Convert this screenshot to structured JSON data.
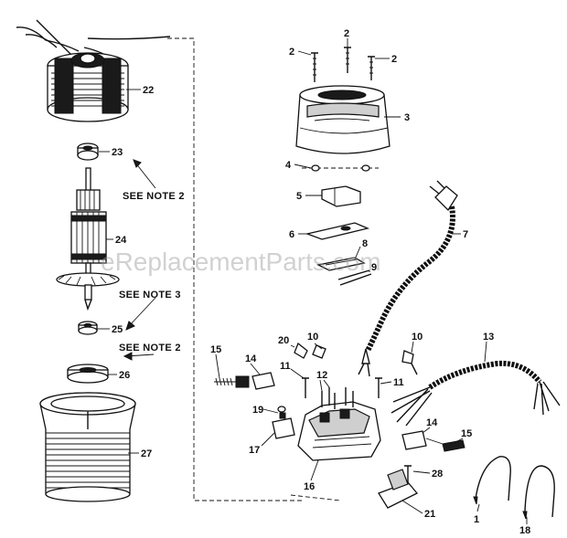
{
  "watermark": "eReplacementParts.com",
  "notes": {
    "note2_top": "SEE NOTE 2",
    "note3": "SEE NOTE 3",
    "note2_bottom": "SEE NOTE 2"
  },
  "callouts": {
    "c1": "1",
    "c2a": "2",
    "c2b": "2",
    "c2c": "2",
    "c3": "3",
    "c4": "4",
    "c5": "5",
    "c6": "6",
    "c7": "7",
    "c8": "8",
    "c9": "9",
    "c10a": "10",
    "c10b": "10",
    "c11a": "11",
    "c11b": "11",
    "c12": "12",
    "c13": "13",
    "c14a": "14",
    "c14b": "14",
    "c15a": "15",
    "c15b": "15",
    "c16": "16",
    "c17": "17",
    "c18": "18",
    "c19": "19",
    "c20": "20",
    "c21": "21",
    "c22": "22",
    "c23": "23",
    "c24": "24",
    "c25": "25",
    "c26": "26",
    "c27": "27",
    "c28": "28"
  }
}
